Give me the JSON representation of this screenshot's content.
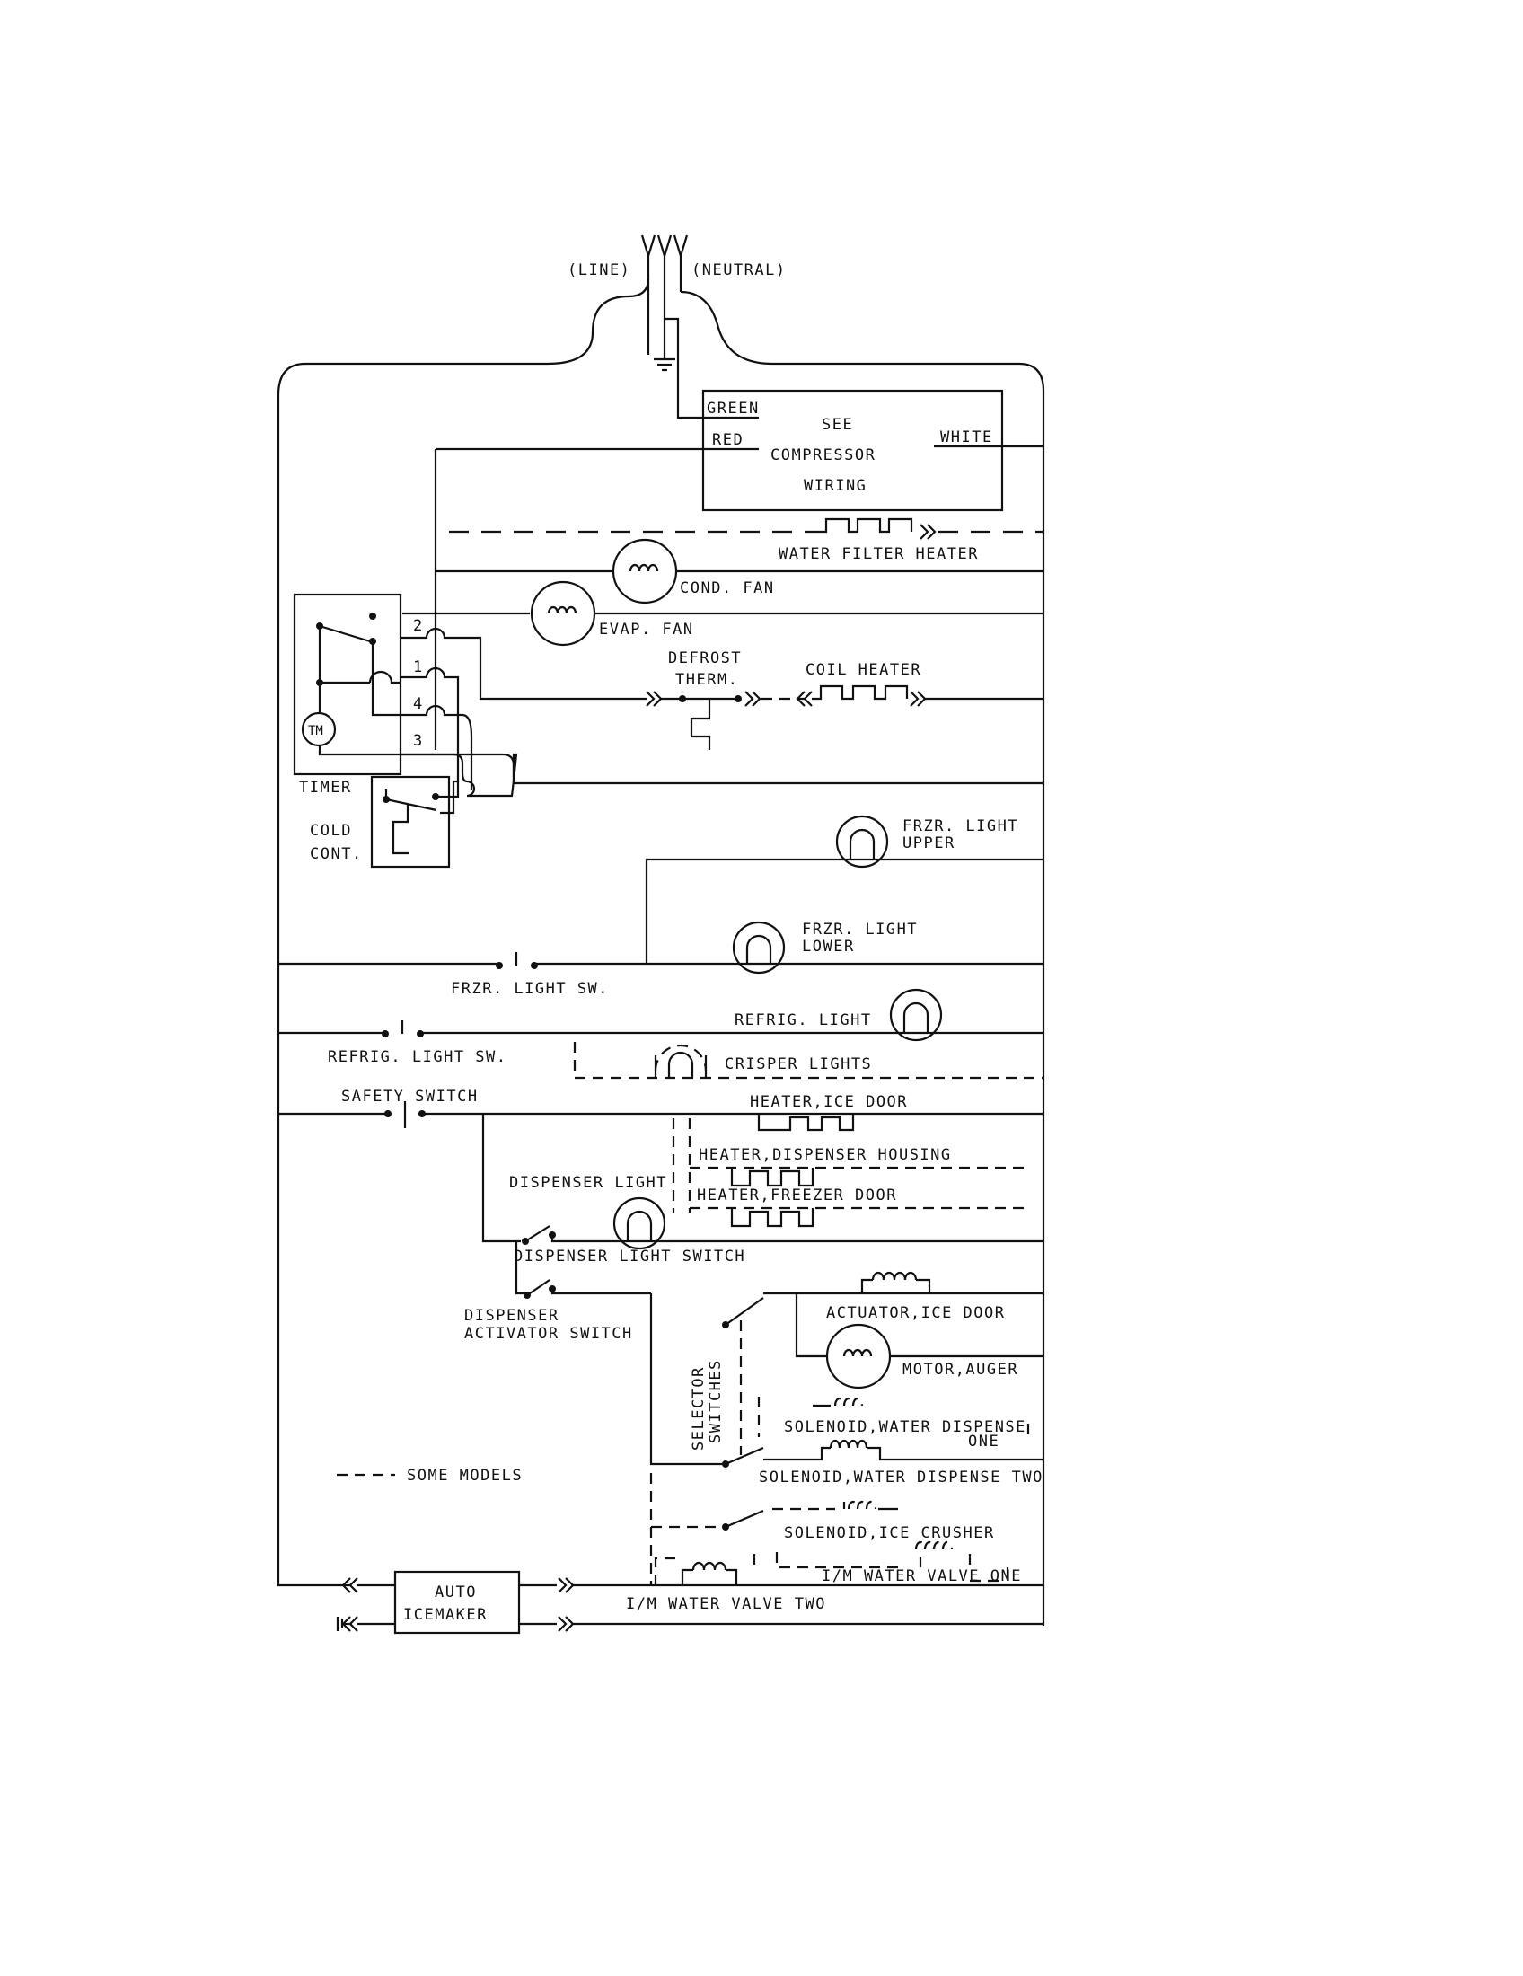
{
  "labels": {
    "line": "(LINE)",
    "neutral": "(NEUTRAL)",
    "green": "GREEN",
    "red": "RED",
    "white": "WHITE",
    "see": "SEE",
    "compressor": "COMPRESSOR",
    "wiring": "WIRING",
    "water_filter_heater": "WATER FILTER HEATER",
    "cond_fan": "COND. FAN",
    "evap_fan": "EVAP. FAN",
    "defrost": "DEFROST",
    "therm": "THERM.",
    "coil_heater": "COIL HEATER",
    "timer": "TIMER",
    "tm": "TM",
    "t2": "2",
    "t1": "1",
    "t4": "4",
    "t3": "3",
    "cold": "COLD",
    "cont": "CONT.",
    "frzr_light_1": "FRZR. LIGHT",
    "upper": "UPPER",
    "frzr_light_2": "FRZR. LIGHT",
    "lower": "LOWER",
    "frzr_light_sw": "FRZR. LIGHT SW.",
    "refrig_light": "REFRIG. LIGHT",
    "refrig_light_sw": "REFRIG. LIGHT SW.",
    "crisper_lights": "CRISPER LIGHTS",
    "safety_switch": "SAFETY SWITCH",
    "heater_ice_door": "HEATER,ICE DOOR",
    "heater_dispenser_housing": "HEATER,DISPENSER HOUSING",
    "heater_freezer_door": "HEATER,FREEZER DOOR",
    "dispenser_light": "DISPENSER LIGHT",
    "dispenser_light_switch": "DISPENSER LIGHT SWITCH",
    "dispenser": "DISPENSER",
    "activator_switch": "ACTIVATOR SWITCH",
    "actuator_ice_door": "ACTUATOR,ICE DOOR",
    "motor_auger": "MOTOR,AUGER",
    "selector": "SELECTOR",
    "switches": "SWITCHES",
    "solenoid_water_dispense": "SOLENOID,WATER DISPENSE",
    "one": "ONE",
    "solenoid_water_dispense_two": "SOLENOID,WATER DISPENSE TWO",
    "solenoid_ice_crusher": "SOLENOID,ICE CRUSHER",
    "im_water_valve_one": "I/M WATER VALVE ONE",
    "im_water_valve_two": "I/M WATER VALVE TWO",
    "auto": "AUTO",
    "icemaker": "ICEMAKER",
    "legend_some_models": "SOME MODELS"
  }
}
